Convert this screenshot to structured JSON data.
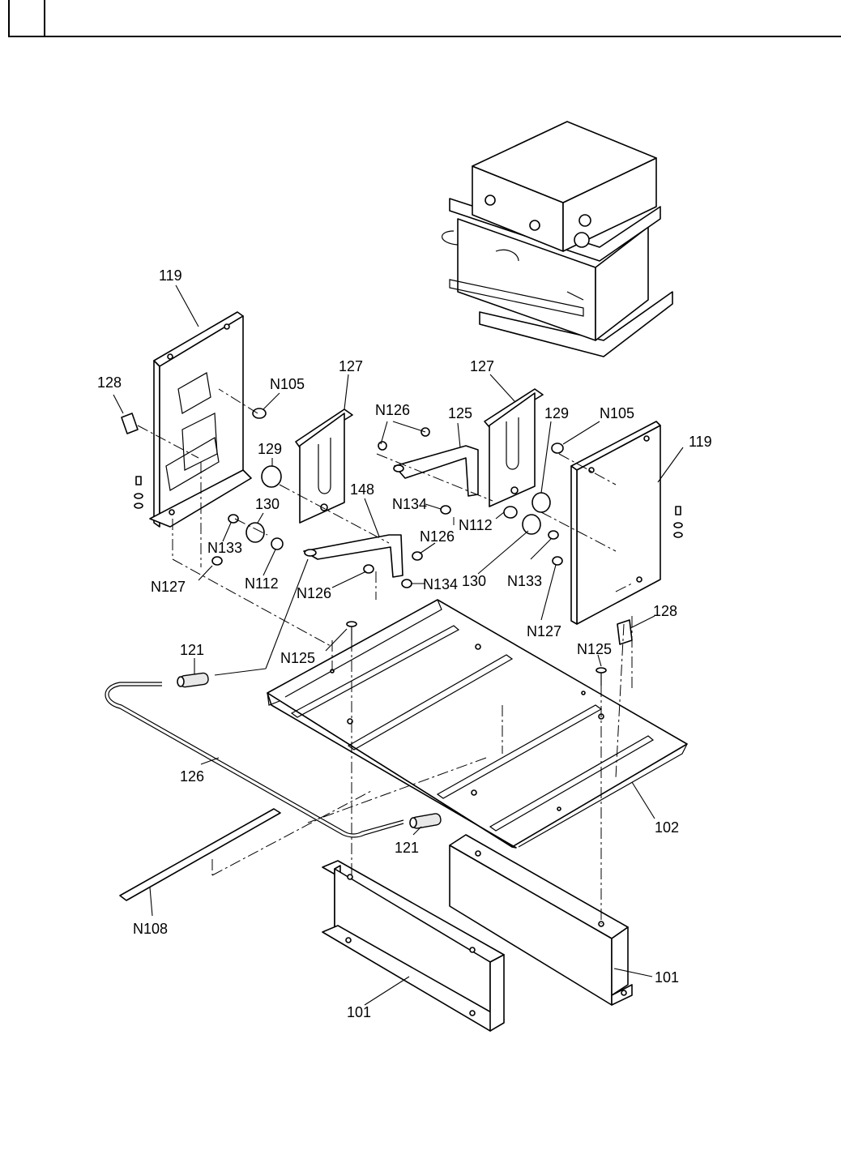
{
  "header": {
    "box_text": ""
  },
  "labels": {
    "l119a": "119",
    "l128a": "128",
    "lN105a": "N105",
    "l127a": "127",
    "l129a": "129",
    "l130a": "130",
    "lN133a": "N133",
    "lN127a": "N127",
    "lN112a": "N112",
    "l148": "148",
    "lN126a": "N126",
    "lN126b": "N126",
    "lN134a": "N134",
    "lN126c": "N126",
    "l125": "125",
    "lN134b": "N134",
    "l127b": "127",
    "l129b": "129",
    "lN105b": "N105",
    "l119b": "119",
    "lN112b": "N112",
    "l130b": "130",
    "lN133b": "N133",
    "lN127b": "N127",
    "l128b": "128",
    "lN125a": "N125",
    "lN125b": "N125",
    "l121a": "121",
    "l121b": "121",
    "l126": "126",
    "l102": "102",
    "lN108": "N108",
    "l101a": "101",
    "l101b": "101"
  }
}
